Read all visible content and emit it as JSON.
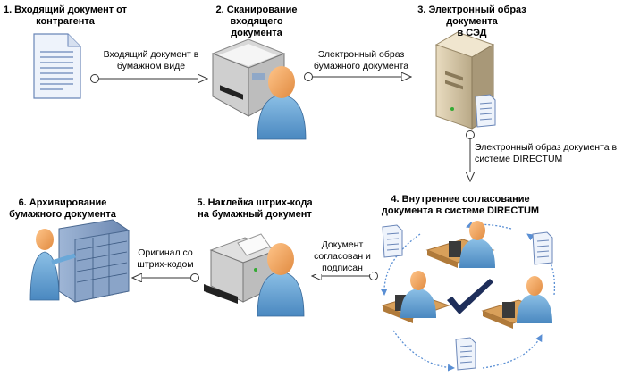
{
  "colors": {
    "arrow": "#333333",
    "paper": "#eef3fb",
    "paper_line": "#6a86b8",
    "person_shirt": "#6aa8d8",
    "person_skin": "#f0a060",
    "desk": "#d9a05a",
    "loop_arrow": "#5a8fd4",
    "check": "#1e2e5a"
  },
  "steps": [
    {
      "id": 1,
      "title": "1. Входящий документ от\nконтрагента",
      "icon": "document-icon"
    },
    {
      "id": 2,
      "title": "2. Сканирование входящего\nдокумента",
      "icon": "scanner-person-icon"
    },
    {
      "id": 3,
      "title": "3. Электронный образ документа\nв СЭД",
      "icon": "server-icon"
    },
    {
      "id": 4,
      "title": "4. Внутреннее согласование\nдокумента в системе DIRECTUM",
      "icon": "approval-cycle-icon"
    },
    {
      "id": 5,
      "title": "5. Наклейка штрих-кода\nна бумажный документ",
      "icon": "printer-person-icon"
    },
    {
      "id": 6,
      "title": "6. Архивирование\nбумажного документа",
      "icon": "archive-person-icon"
    }
  ],
  "connectors": [
    {
      "from": 1,
      "to": 2,
      "label": "Входящий документ в\nбумажном виде"
    },
    {
      "from": 2,
      "to": 3,
      "label": "Электронный образ\nбумажного документа"
    },
    {
      "from": 3,
      "to": 4,
      "label": "Электронный образ документа в\nсистеме DIRECTUM"
    },
    {
      "from": 4,
      "to": 5,
      "label": "Документ\nсогласован и\nподписан"
    },
    {
      "from": 5,
      "to": 6,
      "label": "Оригинал со\nштрих-кодом"
    }
  ]
}
